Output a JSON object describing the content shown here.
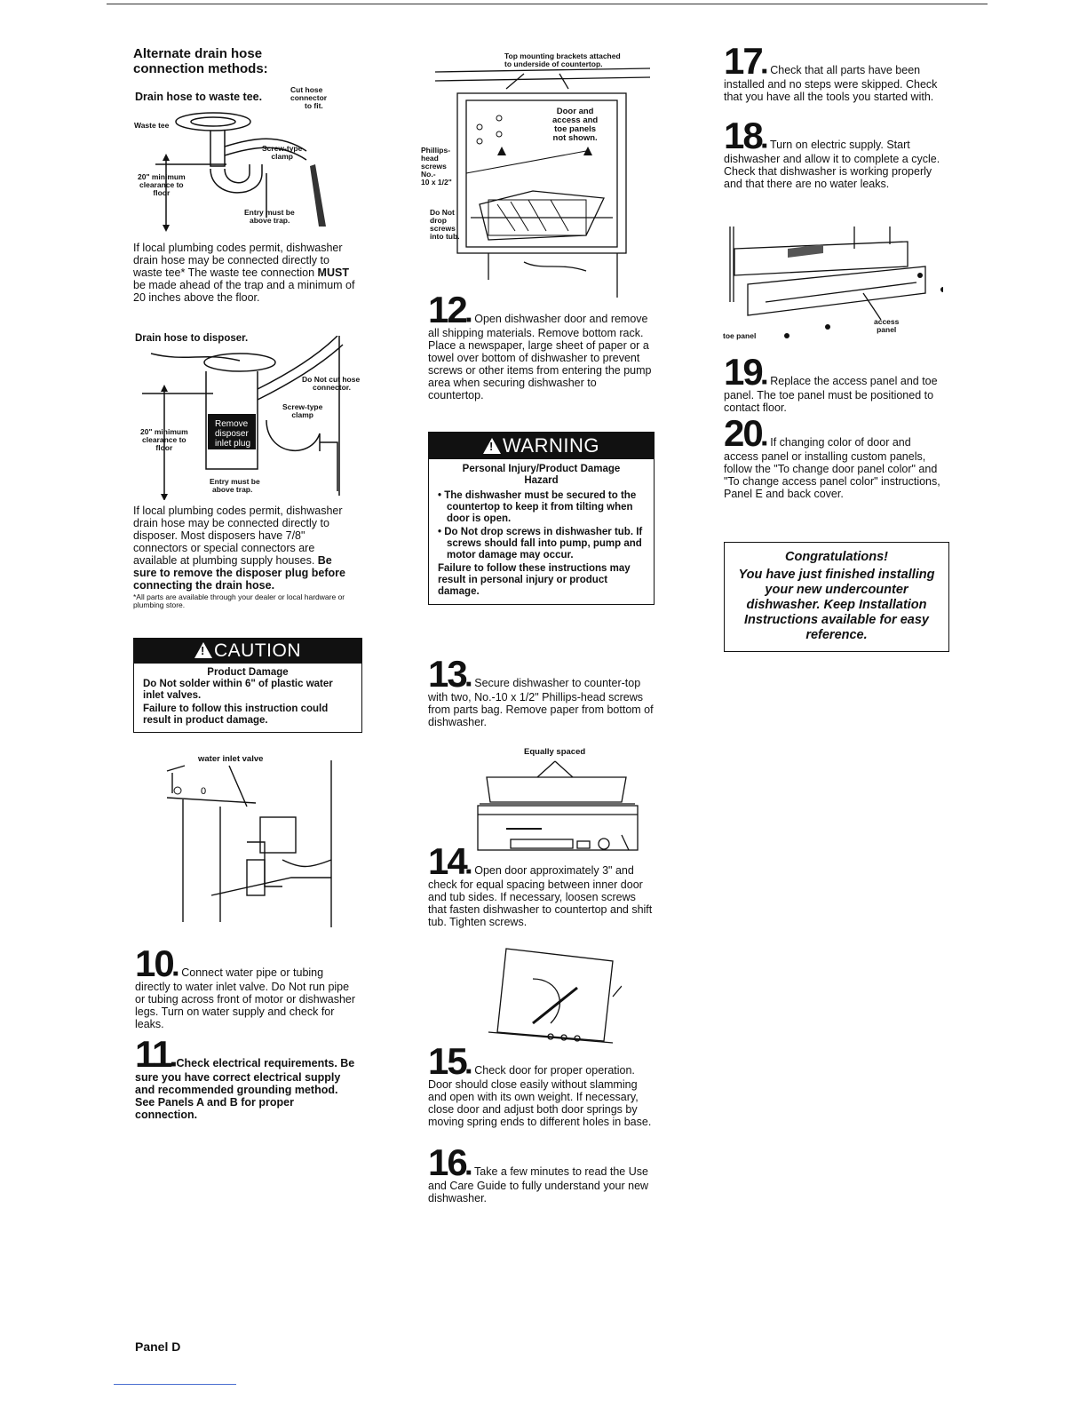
{
  "column1": {
    "heading_line1": "Alternate drain hose",
    "heading_line2": "connection methods:",
    "waste_tee": {
      "title": "Drain hose to waste tee.",
      "labels": {
        "cut_hose": "Cut hose",
        "connector": "connector",
        "to_fit": "to fit.",
        "waste_tee": "Waste tee",
        "screw_clamp_1": "Screw-type",
        "screw_clamp_2": "clamp",
        "clearance_1": "20\" minimum",
        "clearance_2": "clearance to",
        "clearance_3": "floor",
        "entry_1": "Entry must be",
        "entry_2": "above trap."
      },
      "text": "If local plumbing codes permit, dishwasher drain hose may be connected directly to waste tee* The waste tee connection ",
      "text_bold": "MUST",
      "text_end": " be made ahead of the trap and a minimum of 20 inches above the floor."
    },
    "disposer": {
      "title": "Drain hose to disposer.",
      "labels": {
        "do_not_1": "Do Not cut hose",
        "do_not_2": "connector.",
        "screw_1": "Screw-type",
        "screw_2": "clamp",
        "remove_1": "Remove",
        "remove_2": "disposer",
        "remove_3": "inlet plug",
        "clearance_1": "20\" minimum",
        "clearance_2": "clearance to",
        "clearance_3": "floor",
        "entry_1": "Entry must be",
        "entry_2": "above trap."
      },
      "text": "If local plumbing codes permit, dishwasher drain hose may be connected directly to disposer. Most disposers have 7/8\" connectors or special connectors are available at plumbing supply houses. ",
      "text_bold": "Be sure to remove the disposer plug before connecting the drain hose.",
      "footnote": "*All parts are available through your dealer or local hardware or plumbing store."
    },
    "caution": {
      "header": "CAUTION",
      "subtitle": "Product Damage",
      "line1": "Do Not solder within 6\" of plastic water inlet valves.",
      "line2": "Failure to follow this instruction could result in product damage."
    },
    "valve_label": "water inlet valve",
    "step10": {
      "num": "10",
      "text": "Connect water pipe or tubing directly to water inlet valve. Do Not run pipe or tubing across front of motor or dishwasher legs. Turn on water supply and check for leaks."
    },
    "step11": {
      "num": "11",
      "text": "Check electrical requirements. Be sure you have correct electrical supply and recommended grounding method. See Panels A and B for proper connection."
    }
  },
  "column2": {
    "fig12_labels": {
      "top_1": "Top mounting brackets attached",
      "top_2": "to underside of countertop.",
      "door_1": "Door and",
      "door_2": "access and",
      "door_3": "toe panels",
      "door_4": "not shown.",
      "phillips_1": "Phillips-",
      "phillips_2": "head",
      "phillips_3": "screws",
      "phillips_4": "No.-",
      "phillips_5": "10 x 1/2\"",
      "drop_1": "Do Not",
      "drop_2": "drop",
      "drop_3": "screws",
      "drop_4": "into tub."
    },
    "step12": {
      "num": "12",
      "text": "Open dishwasher door and remove all shipping materials. Remove bottom rack. Place a newspaper, large sheet of paper or a towel over bottom of dishwasher to prevent screws or other items from entering the pump area when securing dishwasher to countertop."
    },
    "warning": {
      "header": "WARNING",
      "subtitle1": "Personal Injury/Product Damage",
      "subtitle2": "Hazard",
      "bullet1": "The dishwasher must be secured to the countertop to keep it from tilting when door is open.",
      "bullet2": "Do Not drop screws in dishwasher tub. If screws should fall into pump, pump and motor damage may occur.",
      "footer": "Failure to follow these instructions may result in personal injury or product damage."
    },
    "step13": {
      "num": "13",
      "text": "Secure dishwasher to counter-top with two, No.-10 x 1/2\" Phillips-head screws from parts bag. Remove paper from bottom of dishwasher."
    },
    "equally_spaced": "Equally spaced",
    "step14": {
      "num": "14",
      "text": "Open door approximately 3\" and check for equal spacing between inner door and tub sides. If necessary, loosen screws that fasten dishwasher to countertop and shift tub. Tighten screws."
    },
    "step15": {
      "num": "15",
      "text": "Check door for proper operation. Door should close easily without slamming and open with its own weight. If necessary, close door and adjust both door springs by moving spring ends to different holes in base."
    },
    "step16": {
      "num": "16",
      "text": "Take a few minutes to read the Use and Care Guide to fully understand your new dishwasher."
    }
  },
  "column3": {
    "step17": {
      "num": "17",
      "text": "Check that all parts have been installed and no steps were skipped. Check that you have all the tools you started with."
    },
    "step18": {
      "num": "18",
      "text": "Turn on electric supply. Start dishwasher and allow it to complete a cycle. Check that dishwasher is working properly and that there are no water leaks."
    },
    "fig_labels": {
      "toe_panel": "toe panel",
      "access_1": "access",
      "access_2": "panel"
    },
    "step19": {
      "num": "19",
      "text": "Replace the access panel and toe panel. The toe panel must be positioned to contact floor."
    },
    "step20": {
      "num": "20",
      "text": "If changing color of door and access panel or installing custom panels, follow the \"To change door panel color\" and \"To change access panel color\" instructions, Panel E and back cover."
    },
    "congrats": {
      "title": "Congratulations!",
      "body": "You have just finished installing your new undercounter dishwasher. Keep Installation Instructions available for easy reference."
    }
  },
  "footer": "Panel D"
}
